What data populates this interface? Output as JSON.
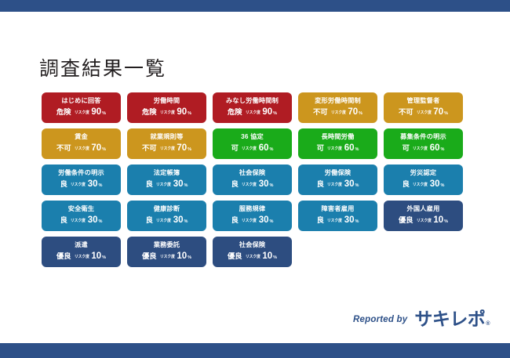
{
  "page": {
    "title": "調査結果一覧",
    "top_bar_color": "#2d5088",
    "bottom_bar_color": "#2d5088",
    "background_color": "#ffffff"
  },
  "legend_colors": {
    "danger": "#b01c23",
    "ng": "#cc961e",
    "ok": "#1aab1a",
    "good": "#1b7fad",
    "excellent": "#2d4d80"
  },
  "risk_label": "リスク度",
  "risk_unit": "%",
  "cards": [
    {
      "name": "はじめに回答",
      "rating": "危険",
      "risk": "90",
      "level": "danger",
      "color": "#b01c23"
    },
    {
      "name": "労働時間",
      "rating": "危険",
      "risk": "90",
      "level": "danger",
      "color": "#b01c23"
    },
    {
      "name": "みなし労働時間制",
      "rating": "危険",
      "risk": "90",
      "level": "danger",
      "color": "#b01c23"
    },
    {
      "name": "変形労働時間制",
      "rating": "不可",
      "risk": "70",
      "level": "ng",
      "color": "#cc961e"
    },
    {
      "name": "管理監督者",
      "rating": "不可",
      "risk": "70",
      "level": "ng",
      "color": "#cc961e"
    },
    {
      "name": "賃金",
      "rating": "不可",
      "risk": "70",
      "level": "ng",
      "color": "#cc961e"
    },
    {
      "name": "就業規則等",
      "rating": "不可",
      "risk": "70",
      "level": "ng",
      "color": "#cc961e"
    },
    {
      "name": "36 協定",
      "rating": "可",
      "risk": "60",
      "level": "ok",
      "color": "#1aab1a"
    },
    {
      "name": "長時間労働",
      "rating": "可",
      "risk": "60",
      "level": "ok",
      "color": "#1aab1a"
    },
    {
      "name": "募集条件の明示",
      "rating": "可",
      "risk": "60",
      "level": "ok",
      "color": "#1aab1a"
    },
    {
      "name": "労働条件の明示",
      "rating": "良",
      "risk": "30",
      "level": "good",
      "color": "#1b7fad"
    },
    {
      "name": "法定帳簿",
      "rating": "良",
      "risk": "30",
      "level": "good",
      "color": "#1b7fad"
    },
    {
      "name": "社会保険",
      "rating": "良",
      "risk": "30",
      "level": "good",
      "color": "#1b7fad"
    },
    {
      "name": "労働保険",
      "rating": "良",
      "risk": "30",
      "level": "good",
      "color": "#1b7fad"
    },
    {
      "name": "労災認定",
      "rating": "良",
      "risk": "30",
      "level": "good",
      "color": "#1b7fad"
    },
    {
      "name": "安全衛生",
      "rating": "良",
      "risk": "30",
      "level": "good",
      "color": "#1b7fad"
    },
    {
      "name": "健康診断",
      "rating": "良",
      "risk": "30",
      "level": "good",
      "color": "#1b7fad"
    },
    {
      "name": "服務規律",
      "rating": "良",
      "risk": "30",
      "level": "good",
      "color": "#1b7fad"
    },
    {
      "name": "障害者雇用",
      "rating": "良",
      "risk": "30",
      "level": "good",
      "color": "#1b7fad"
    },
    {
      "name": "外国人雇用",
      "rating": "優良",
      "risk": "10",
      "level": "excellent",
      "color": "#2d4d80"
    },
    {
      "name": "派遣",
      "rating": "優良",
      "risk": "10",
      "level": "excellent",
      "color": "#2d4d80"
    },
    {
      "name": "業務委託",
      "rating": "優良",
      "risk": "10",
      "level": "excellent",
      "color": "#2d4d80"
    },
    {
      "name": "社会保険",
      "rating": "優良",
      "risk": "10",
      "level": "excellent",
      "color": "#2d4d80"
    }
  ],
  "footer": {
    "reported_by": "Reported by",
    "brand": "サキレポ",
    "brand_mark": "®"
  }
}
